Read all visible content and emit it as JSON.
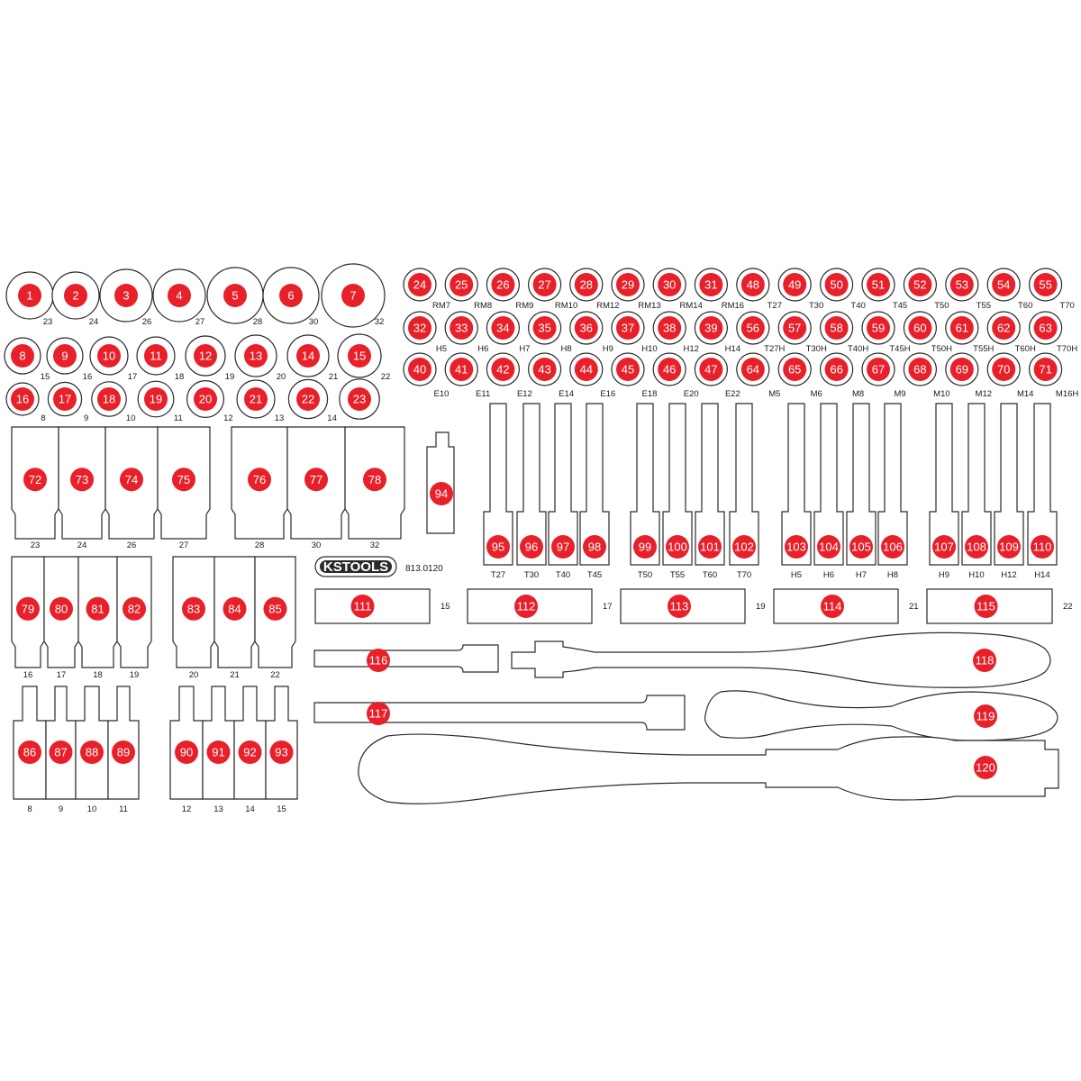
{
  "brand": {
    "logo_text": "KSTOOLS",
    "code": "813.0120"
  },
  "colors": {
    "marker": "#e8202a",
    "outline": "#2a2a2a",
    "label": "#1a1a1a"
  },
  "sockets_large": [
    {
      "n": "1",
      "l": "23"
    },
    {
      "n": "2",
      "l": "24"
    },
    {
      "n": "3",
      "l": "26"
    },
    {
      "n": "4",
      "l": "27"
    },
    {
      "n": "5",
      "l": "28"
    },
    {
      "n": "6",
      "l": "30"
    },
    {
      "n": "7",
      "l": "32"
    }
  ],
  "sockets_mid": [
    {
      "n": "8",
      "l": "15"
    },
    {
      "n": "9",
      "l": "16"
    },
    {
      "n": "10",
      "l": "17"
    },
    {
      "n": "11",
      "l": "18"
    },
    {
      "n": "12",
      "l": "19"
    },
    {
      "n": "13",
      "l": "20"
    },
    {
      "n": "14",
      "l": "21"
    },
    {
      "n": "15",
      "l": "22"
    }
  ],
  "sockets_small": [
    {
      "n": "16",
      "l": "8"
    },
    {
      "n": "17",
      "l": "9"
    },
    {
      "n": "18",
      "l": "10"
    },
    {
      "n": "19",
      "l": "11"
    },
    {
      "n": "20",
      "l": "12"
    },
    {
      "n": "21",
      "l": "13"
    },
    {
      "n": "22",
      "l": "14"
    },
    {
      "n": "23",
      "l": ""
    }
  ],
  "bits_row1": [
    {
      "n": "24",
      "l": "RM7"
    },
    {
      "n": "25",
      "l": "RM8"
    },
    {
      "n": "26",
      "l": "RM9"
    },
    {
      "n": "27",
      "l": "RM10"
    },
    {
      "n": "28",
      "l": "RM12"
    },
    {
      "n": "29",
      "l": "RM13"
    },
    {
      "n": "30",
      "l": "RM14"
    },
    {
      "n": "31",
      "l": "RM16"
    },
    {
      "n": "48",
      "l": "T27"
    },
    {
      "n": "49",
      "l": "T30"
    },
    {
      "n": "50",
      "l": "T40"
    },
    {
      "n": "51",
      "l": "T45"
    },
    {
      "n": "52",
      "l": "T50"
    },
    {
      "n": "53",
      "l": "T55"
    },
    {
      "n": "54",
      "l": "T60"
    },
    {
      "n": "55",
      "l": "T70"
    }
  ],
  "bits_row2": [
    {
      "n": "32",
      "l": "H5"
    },
    {
      "n": "33",
      "l": "H6"
    },
    {
      "n": "34",
      "l": "H7"
    },
    {
      "n": "35",
      "l": "H8"
    },
    {
      "n": "36",
      "l": "H9"
    },
    {
      "n": "37",
      "l": "H10"
    },
    {
      "n": "38",
      "l": "H12"
    },
    {
      "n": "39",
      "l": "H14"
    },
    {
      "n": "56",
      "l": "T27H"
    },
    {
      "n": "57",
      "l": "T30H"
    },
    {
      "n": "58",
      "l": "T40H"
    },
    {
      "n": "59",
      "l": "T45H"
    },
    {
      "n": "60",
      "l": "T50H"
    },
    {
      "n": "61",
      "l": "T55H"
    },
    {
      "n": "62",
      "l": "T60H"
    },
    {
      "n": "63",
      "l": "T70H"
    }
  ],
  "bits_row3": [
    {
      "n": "40",
      "l": "E10"
    },
    {
      "n": "41",
      "l": "E11"
    },
    {
      "n": "42",
      "l": "E12"
    },
    {
      "n": "43",
      "l": "E14"
    },
    {
      "n": "44",
      "l": "E16"
    },
    {
      "n": "45",
      "l": "E18"
    },
    {
      "n": "46",
      "l": "E20"
    },
    {
      "n": "47",
      "l": "E22"
    },
    {
      "n": "64",
      "l": "M5"
    },
    {
      "n": "65",
      "l": "M6"
    },
    {
      "n": "66",
      "l": "M8"
    },
    {
      "n": "67",
      "l": "M9"
    },
    {
      "n": "68",
      "l": "M10"
    },
    {
      "n": "69",
      "l": "M12"
    },
    {
      "n": "70",
      "l": "M14"
    },
    {
      "n": "71",
      "l": "M16H"
    }
  ],
  "deep_sockets_top": [
    {
      "n": "72",
      "l": "23"
    },
    {
      "n": "73",
      "l": "24"
    },
    {
      "n": "74",
      "l": "26"
    },
    {
      "n": "75",
      "l": "27"
    },
    {
      "n": "76",
      "l": "28"
    },
    {
      "n": "77",
      "l": "30"
    },
    {
      "n": "78",
      "l": "32"
    }
  ],
  "adapter": {
    "n": "94"
  },
  "deep_sockets_mid": [
    {
      "n": "79",
      "l": "16"
    },
    {
      "n": "80",
      "l": "17"
    },
    {
      "n": "81",
      "l": "18"
    },
    {
      "n": "82",
      "l": "19"
    },
    {
      "n": "83",
      "l": "20"
    },
    {
      "n": "84",
      "l": "21"
    },
    {
      "n": "85",
      "l": "22"
    }
  ],
  "deep_sockets_low": [
    {
      "n": "86",
      "l": "8"
    },
    {
      "n": "87",
      "l": "9"
    },
    {
      "n": "88",
      "l": "10"
    },
    {
      "n": "89",
      "l": "11"
    },
    {
      "n": "90",
      "l": "12"
    },
    {
      "n": "91",
      "l": "13"
    },
    {
      "n": "92",
      "l": "14"
    },
    {
      "n": "93",
      "l": "15"
    }
  ],
  "long_bits": [
    {
      "n": "95",
      "l": "T27"
    },
    {
      "n": "96",
      "l": "T30"
    },
    {
      "n": "97",
      "l": "T40"
    },
    {
      "n": "98",
      "l": "T45"
    },
    {
      "n": "99",
      "l": "T50"
    },
    {
      "n": "100",
      "l": "T55"
    },
    {
      "n": "101",
      "l": "T60"
    },
    {
      "n": "102",
      "l": "T70"
    },
    {
      "n": "103",
      "l": "H5"
    },
    {
      "n": "104",
      "l": "H6"
    },
    {
      "n": "105",
      "l": "H7"
    },
    {
      "n": "106",
      "l": "H8"
    },
    {
      "n": "107",
      "l": "H9"
    },
    {
      "n": "108",
      "l": "H10"
    },
    {
      "n": "109",
      "l": "H12"
    },
    {
      "n": "110",
      "l": "H14"
    }
  ],
  "spark_plug_sockets": [
    {
      "n": "111",
      "l": "15"
    },
    {
      "n": "112",
      "l": "17"
    },
    {
      "n": "113",
      "l": "19"
    },
    {
      "n": "114",
      "l": "21"
    },
    {
      "n": "115",
      "l": "22"
    }
  ],
  "extensions": [
    {
      "n": "116"
    },
    {
      "n": "117"
    }
  ],
  "handles": [
    {
      "n": "118"
    },
    {
      "n": "119"
    },
    {
      "n": "120"
    }
  ]
}
